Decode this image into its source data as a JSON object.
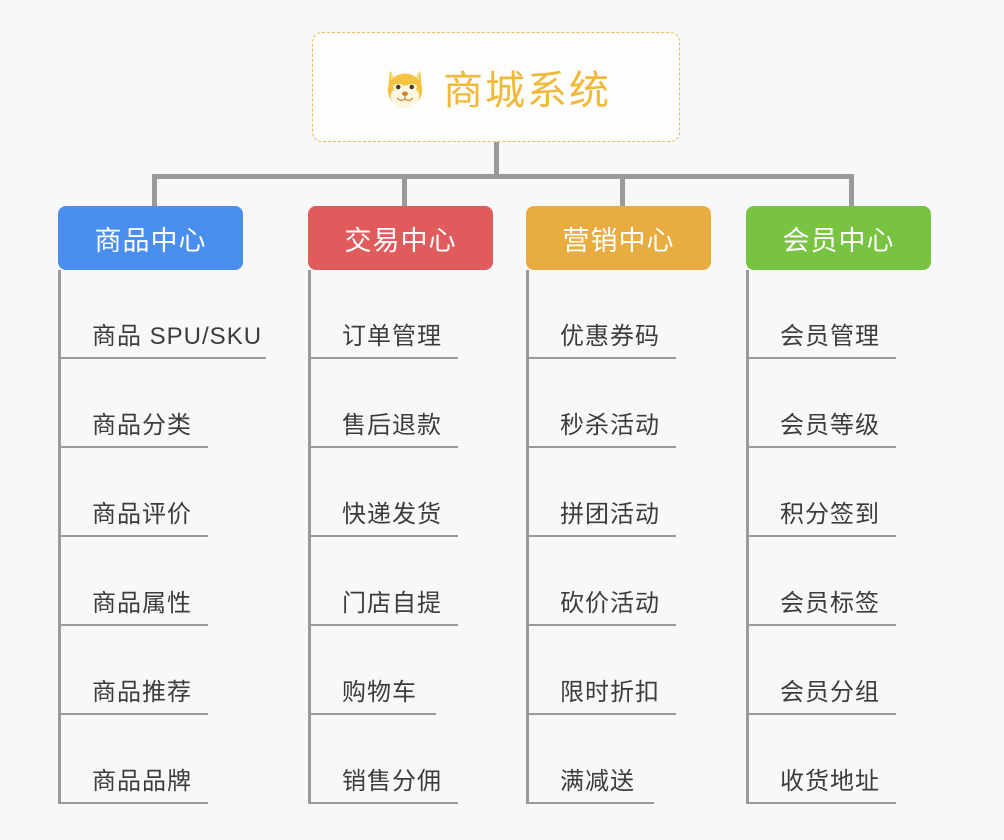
{
  "background_color": "#f8f8f8",
  "root": {
    "title": "商城系统",
    "icon": "dog-face-icon",
    "border_color": "#e8b95e",
    "text_color": "#f0b93c"
  },
  "branches": [
    {
      "label": "商品中心",
      "color": "#4a8ef0",
      "items": [
        {
          "label": "商品 SPU/SKU",
          "underline_width": 208
        },
        {
          "label": "商品分类",
          "underline_width": 150
        },
        {
          "label": "商品评价",
          "underline_width": 150
        },
        {
          "label": "商品属性",
          "underline_width": 150
        },
        {
          "label": "商品推荐",
          "underline_width": 150
        },
        {
          "label": "商品品牌",
          "underline_width": 150
        }
      ]
    },
    {
      "label": "交易中心",
      "color": "#e05c5c",
      "items": [
        {
          "label": "订单管理",
          "underline_width": 150
        },
        {
          "label": "售后退款",
          "underline_width": 150
        },
        {
          "label": "快递发货",
          "underline_width": 150
        },
        {
          "label": "门店自提",
          "underline_width": 150
        },
        {
          "label": "购物车",
          "underline_width": 128
        },
        {
          "label": "销售分佣",
          "underline_width": 150
        }
      ]
    },
    {
      "label": "营销中心",
      "color": "#e9ac40",
      "items": [
        {
          "label": "优惠券码",
          "underline_width": 150
        },
        {
          "label": "秒杀活动",
          "underline_width": 150
        },
        {
          "label": "拼团活动",
          "underline_width": 150
        },
        {
          "label": "砍价活动",
          "underline_width": 150
        },
        {
          "label": "限时折扣",
          "underline_width": 150
        },
        {
          "label": "满减送",
          "underline_width": 128
        }
      ]
    },
    {
      "label": "会员中心",
      "color": "#78c342",
      "items": [
        {
          "label": "会员管理",
          "underline_width": 150
        },
        {
          "label": "会员等级",
          "underline_width": 150
        },
        {
          "label": "积分签到",
          "underline_width": 150
        },
        {
          "label": "会员标签",
          "underline_width": 150
        },
        {
          "label": "会员分组",
          "underline_width": 150
        },
        {
          "label": "收货地址",
          "underline_width": 150
        }
      ]
    }
  ],
  "connectors": {
    "color": "#9a9a9a",
    "drop_x": [
      152,
      402,
      620,
      849
    ]
  }
}
